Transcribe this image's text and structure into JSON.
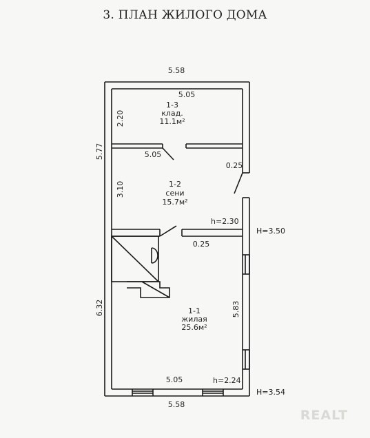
{
  "title": "3. ПЛАН ЖИЛОГО ДОМА",
  "dimensions": {
    "top_width": "5.58",
    "bottom_width": "5.58",
    "left_upper": "5.77",
    "left_lower": "6.32",
    "room13_inner_width": "5.05",
    "room13_depth": "2.20",
    "room12_top_width": "5.05",
    "room12_depth": "3.10",
    "door_offset_upper": "0.25",
    "door_offset_lower": "0.25",
    "room11_inner_width": "5.05",
    "room11_depth": "5.83"
  },
  "heights": {
    "sени_h": "h=2.30",
    "house_H_upper": "H=3.50",
    "living_h": "h=2.24",
    "house_H_lower": "H=3.54"
  },
  "rooms": [
    {
      "number": "1-3",
      "name": "клад.",
      "area": "11.1м²"
    },
    {
      "number": "1-2",
      "name": "сени",
      "area": "15.7м²"
    },
    {
      "number": "1-1",
      "name": "жилая",
      "area": "25.6м²"
    }
  ],
  "watermark": "REALT",
  "colors": {
    "line": "#1a1a1a",
    "background": "#f7f7f5",
    "watermark": "#d9d9d6"
  }
}
